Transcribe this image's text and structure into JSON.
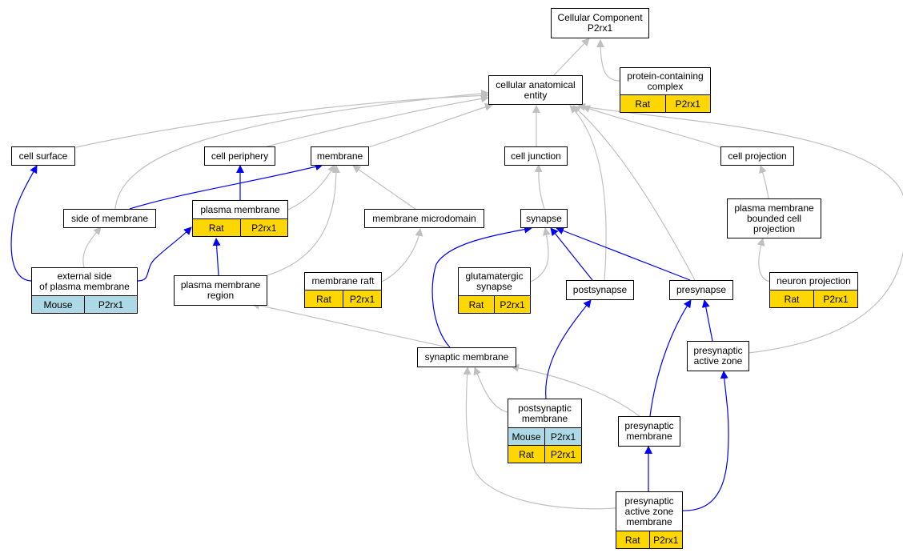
{
  "colors": {
    "isa_edge": "#c0c0c0",
    "part_of_edge": "#0000ff",
    "rat": "#ffd700",
    "mouse": "#add8e6"
  },
  "nodes": {
    "root": {
      "label": "Cellular Component\nP2rx1"
    },
    "protein_complex": {
      "label": "protein-containing\ncomplex",
      "rows": [
        {
          "species": "Rat",
          "gene": "P2rx1"
        }
      ]
    },
    "cae": {
      "label": "cellular anatomical\nentity"
    },
    "cell_surface": {
      "label": "cell surface"
    },
    "cell_periphery": {
      "label": "cell periphery"
    },
    "membrane": {
      "label": "membrane"
    },
    "cell_junction": {
      "label": "cell junction"
    },
    "cell_projection": {
      "label": "cell projection"
    },
    "side_membrane": {
      "label": "side of membrane"
    },
    "plasma_membrane": {
      "label": "plasma membrane",
      "rows": [
        {
          "species": "Rat",
          "gene": "P2rx1"
        }
      ]
    },
    "membrane_microdomain": {
      "label": "membrane microdomain"
    },
    "synapse": {
      "label": "synapse"
    },
    "pm_bounded_projection": {
      "label": "plasma membrane\nbounded cell\nprojection"
    },
    "external_side": {
      "label": "external side\nof plasma membrane",
      "rows": [
        {
          "species": "Mouse",
          "gene": "P2rx1"
        }
      ]
    },
    "pm_region": {
      "label": "plasma membrane\nregion"
    },
    "membrane_raft": {
      "label": "membrane raft",
      "rows": [
        {
          "species": "Rat",
          "gene": "P2rx1"
        }
      ]
    },
    "glutamatergic": {
      "label": "glutamatergic\nsynapse",
      "rows": [
        {
          "species": "Rat",
          "gene": "P2rx1"
        }
      ]
    },
    "postsynapse": {
      "label": "postsynapse"
    },
    "presynapse": {
      "label": "presynapse"
    },
    "neuron_projection": {
      "label": "neuron projection",
      "rows": [
        {
          "species": "Rat",
          "gene": "P2rx1"
        }
      ]
    },
    "synaptic_membrane": {
      "label": "synaptic membrane"
    },
    "presyn_active_zone": {
      "label": "presynaptic\nactive zone"
    },
    "postsyn_membrane": {
      "label": "postsynaptic\nmembrane",
      "rows": [
        {
          "species": "Mouse",
          "gene": "P2rx1"
        },
        {
          "species": "Rat",
          "gene": "P2rx1"
        }
      ]
    },
    "presyn_membrane": {
      "label": "presynaptic\nmembrane"
    },
    "presyn_az_membrane": {
      "label": "presynaptic\nactive zone\nmembrane",
      "rows": [
        {
          "species": "Rat",
          "gene": "P2rx1"
        }
      ]
    }
  }
}
